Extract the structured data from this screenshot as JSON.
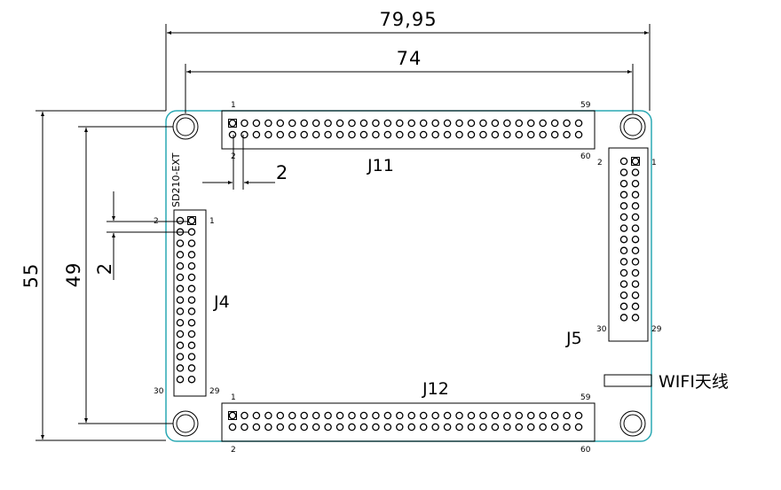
{
  "colors": {
    "board_outline": "#2aa8b3",
    "lines": "#000000",
    "background": "#ffffff"
  },
  "dimensions": {
    "width_overall": "79,95",
    "width_holes": "74",
    "height_overall": "55",
    "height_holes": "49",
    "pitch_j11": "2",
    "pitch_j4": "2"
  },
  "labels": {
    "board_name": "SD210-EXT",
    "antenna": "WIFI天线"
  },
  "connectors": {
    "j11": {
      "name": "J11",
      "pin_first_top": "1",
      "pin_last_top": "59",
      "pin_first_bottom": "2",
      "pin_last_bottom": "60"
    },
    "j12": {
      "name": "J12",
      "pin_first_top": "1",
      "pin_last_top": "59",
      "pin_first_bottom": "2",
      "pin_last_bottom": "60"
    },
    "j4": {
      "name": "J4",
      "pin_first_right": "1",
      "pin_first_left": "2",
      "pin_last_left": "30",
      "pin_last_right": "29"
    },
    "j5": {
      "name": "J5",
      "pin_first_right": "1",
      "pin_first_left": "2",
      "pin_last_left": "30",
      "pin_last_right": "29"
    }
  }
}
